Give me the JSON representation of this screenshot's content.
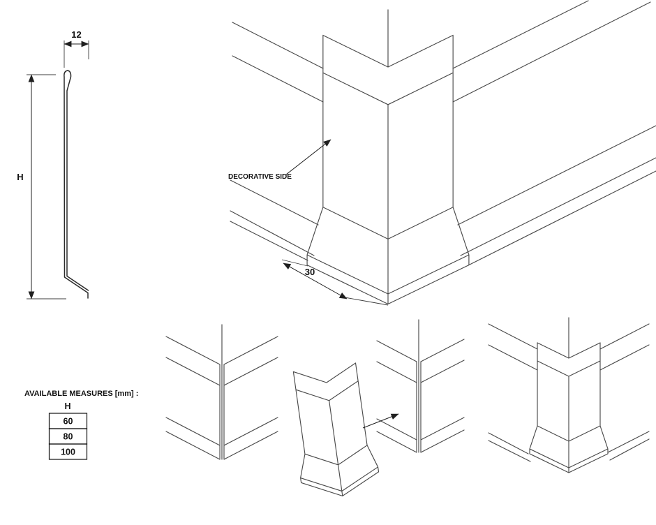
{
  "drawing": {
    "profile": {
      "width_dim": "12",
      "height_dim": "H"
    },
    "corner": {
      "decorative_label": "DECORATIVE SIDE",
      "width_dim": "30"
    },
    "measures": {
      "title": "AVAILABLE MEASURES [mm] :",
      "header": "H",
      "values": [
        "60",
        "80",
        "100"
      ]
    },
    "colors": {
      "background": "#ffffff",
      "line": "#4a4a4a",
      "text": "#111111"
    }
  }
}
